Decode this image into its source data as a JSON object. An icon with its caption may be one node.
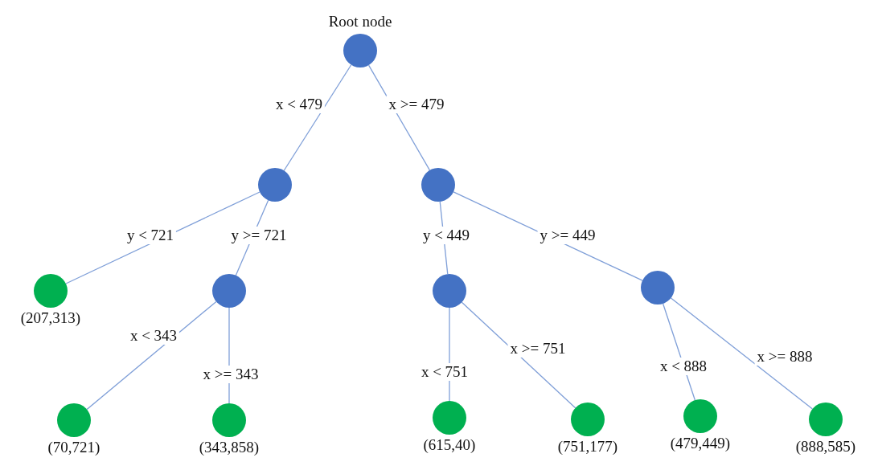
{
  "diagram": {
    "nodes": [
      {
        "text": [
          "Root node"
        ]
      },
      {
        "text": [],
        "shape": "circle"
      },
      {
        "text": [],
        "shape": "circle"
      },
      {
        "text": [
          "(207,313)"
        ]
      },
      {
        "text": [],
        "shape": "circle"
      },
      {
        "text": [],
        "shape": "circle"
      },
      {
        "text": [],
        "shape": "circle"
      },
      {
        "text": [
          "(70,721)"
        ]
      },
      {
        "text": [
          "(343,858)"
        ]
      },
      {
        "text": [
          "(615,40)"
        ]
      },
      {
        "text": [
          "(751,177)"
        ]
      },
      {
        "text": [
          "(479,449)"
        ]
      },
      {
        "text": [
          "(888,585)"
        ]
      }
    ],
    "edges": [
      {
        "from": 0,
        "to": 1,
        "arrow": "none",
        "label": "x < 479"
      },
      {
        "from": 0,
        "to": 2,
        "arrow": "none",
        "label": "x >= 479"
      },
      {
        "from": 1,
        "to": 3,
        "arrow": "none",
        "label": "y < 721"
      },
      {
        "from": 1,
        "to": 4,
        "arrow": "none",
        "label": "y >= 721"
      },
      {
        "from": 2,
        "to": 5,
        "arrow": "none",
        "label": "y < 449"
      },
      {
        "from": 2,
        "to": 6,
        "arrow": "none",
        "label": "y >= 449"
      },
      {
        "from": 4,
        "to": 7,
        "arrow": "none",
        "label": "x < 343"
      },
      {
        "from": 4,
        "to": 8,
        "arrow": "none",
        "label": "x >= 343"
      },
      {
        "from": 5,
        "to": 9,
        "arrow": "none",
        "label": "x < 751"
      },
      {
        "from": 5,
        "to": 10,
        "arrow": "none",
        "label": "x >= 751"
      },
      {
        "from": 6,
        "to": 11,
        "arrow": "none",
        "label": "x < 888"
      },
      {
        "from": 6,
        "to": 12,
        "arrow": "none",
        "label": "x >= 888"
      }
    ]
  }
}
